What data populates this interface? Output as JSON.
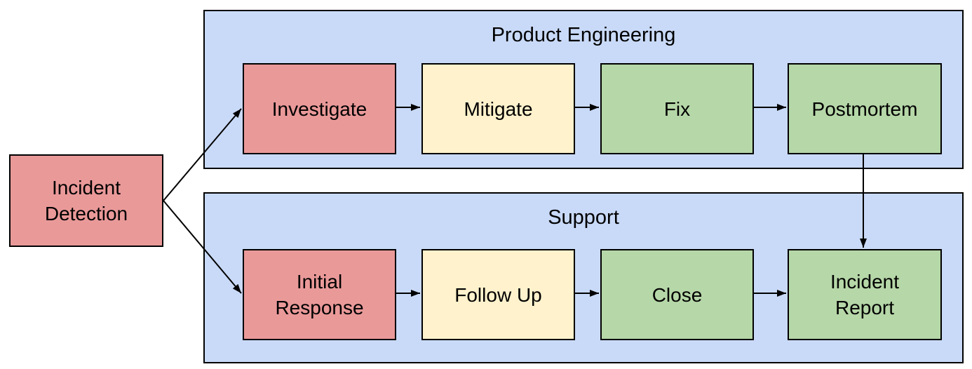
{
  "diagram": {
    "type": "flowchart-swimlanes",
    "background": "#ffffff",
    "border_color": "#000000",
    "arrow_color": "#000000",
    "text_color": "#000000",
    "palette": {
      "red": "#EA9999",
      "yellow": "#FFF2CC",
      "green": "#B6D7A8",
      "lane_blue": "#C9DAF8"
    },
    "start": {
      "label": "Incident\nDetection",
      "name": "Incident Detection",
      "fill": "#EA9999"
    },
    "lanes": [
      {
        "title": "Product Engineering",
        "fill": "#C9DAF8",
        "nodes": [
          {
            "label": "Investigate",
            "name": "Investigate",
            "fill": "#EA9999"
          },
          {
            "label": "Mitigate",
            "name": "Mitigate",
            "fill": "#FFF2CC"
          },
          {
            "label": "Fix",
            "name": "Fix",
            "fill": "#B6D7A8"
          },
          {
            "label": "Postmortem",
            "name": "Postmortem",
            "fill": "#B6D7A8"
          }
        ]
      },
      {
        "title": "Support",
        "fill": "#C9DAF8",
        "nodes": [
          {
            "label": "Initial\nResponse",
            "name": "Initial Response",
            "fill": "#EA9999"
          },
          {
            "label": "Follow Up",
            "name": "Follow Up",
            "fill": "#FFF2CC"
          },
          {
            "label": "Close",
            "name": "Close",
            "fill": "#B6D7A8"
          },
          {
            "label": "Incident\nReport",
            "name": "Incident Report",
            "fill": "#B6D7A8"
          }
        ]
      }
    ],
    "edges": [
      {
        "from": "Incident Detection",
        "to": "Investigate"
      },
      {
        "from": "Incident Detection",
        "to": "Initial Response"
      },
      {
        "from": "Investigate",
        "to": "Mitigate"
      },
      {
        "from": "Mitigate",
        "to": "Fix"
      },
      {
        "from": "Fix",
        "to": "Postmortem"
      },
      {
        "from": "Postmortem",
        "to": "Incident Report"
      },
      {
        "from": "Initial Response",
        "to": "Follow Up"
      },
      {
        "from": "Follow Up",
        "to": "Close"
      },
      {
        "from": "Close",
        "to": "Incident Report"
      }
    ]
  }
}
